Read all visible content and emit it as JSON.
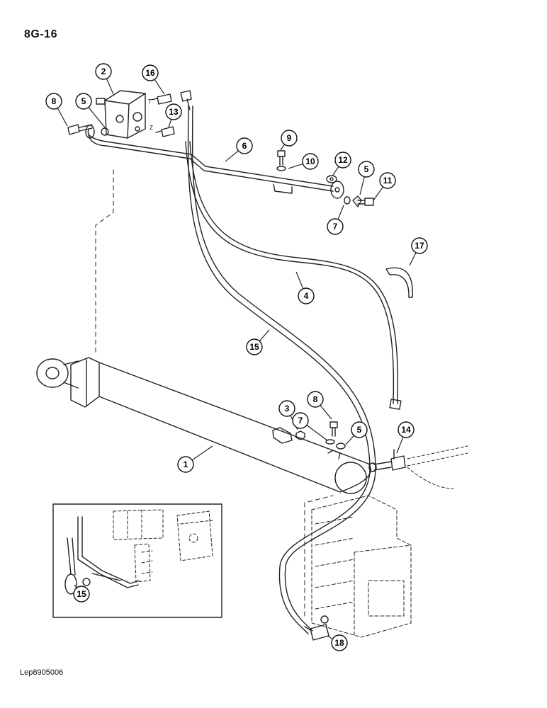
{
  "page_code": "8G-16",
  "image_ref": "Lep8905006",
  "port_labels": [
    "T",
    "Z"
  ],
  "callouts": [
    "2",
    "16",
    "8",
    "5",
    "13",
    "9",
    "6",
    "10",
    "12",
    "5",
    "11",
    "7",
    "17",
    "4",
    "15",
    "3",
    "8",
    "7",
    "5",
    "14",
    "1",
    "15",
    "18"
  ]
}
